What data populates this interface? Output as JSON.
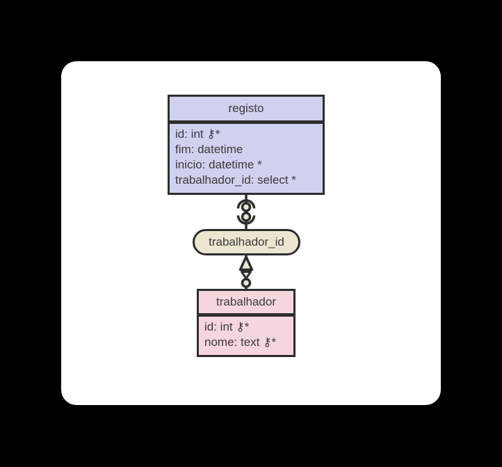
{
  "page": {
    "background": "#000000"
  },
  "card": {
    "background": "#ffffff"
  },
  "diagram": {
    "colors": {
      "line": "#2d2d2d",
      "text": "#3a3a3a",
      "lavender": "#d0d0ef",
      "pink": "#f5d6dd",
      "cream": "#ece5d0"
    },
    "icons": {
      "primary_key_icon": "⚷",
      "required_marker": "*",
      "many_end": "arc-with-circles",
      "one_end": "triangles-with-circle"
    },
    "entities": [
      {
        "name": "registo",
        "fields": [
          "id: int ⚷*",
          "fim: datetime",
          "inicio: datetime *",
          "trabalhador_id: select *"
        ]
      },
      {
        "name": "trabalhador",
        "fields": [
          "id: int ⚷*",
          "nome: text ⚷*"
        ]
      }
    ],
    "relationship": {
      "label": "trabalhador_id"
    }
  }
}
